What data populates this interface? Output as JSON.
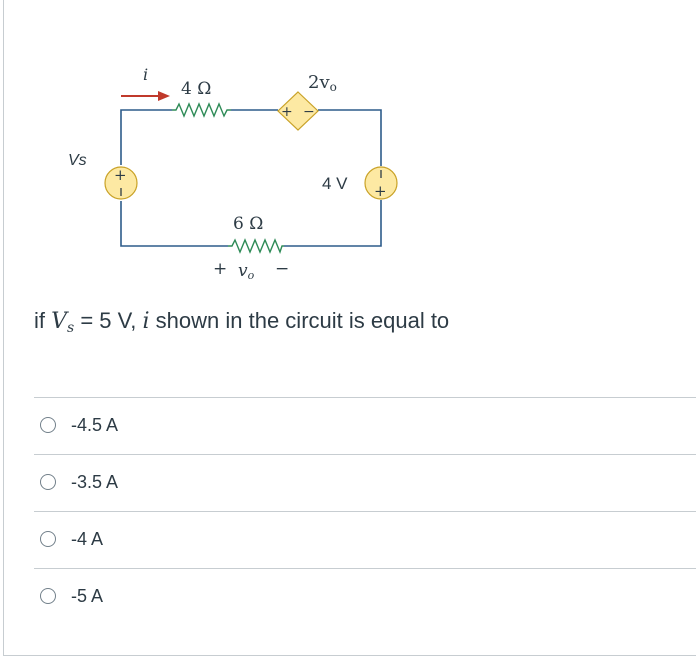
{
  "circuit": {
    "current_label": "i",
    "resistor_top_label": "4 Ω",
    "dependent_source_label": "2v",
    "dependent_source_subscript": "o",
    "source_left_label": "Vs",
    "voltage_source_right_label": "4 V",
    "resistor_bottom_label": "6 Ω",
    "vo_label": "v",
    "vo_subscript": "o",
    "plus_sign": "+",
    "minus_sign": "−"
  },
  "question": {
    "prefix": "if ",
    "var_v": "V",
    "var_sub": "s",
    "middle": " = 5 V, ",
    "var_i": "i",
    "suffix": " shown in the circuit is equal to"
  },
  "answers": [
    {
      "label": "-4.5 A"
    },
    {
      "label": "-3.5 A"
    },
    {
      "label": "-4 A"
    },
    {
      "label": "-5 A"
    }
  ],
  "colors": {
    "wire": "#2d5b8a",
    "resistor": "#2e8b57",
    "arrow": "#c0392b",
    "source_fill": "#fde9a3",
    "source_stroke": "#c9a227"
  }
}
